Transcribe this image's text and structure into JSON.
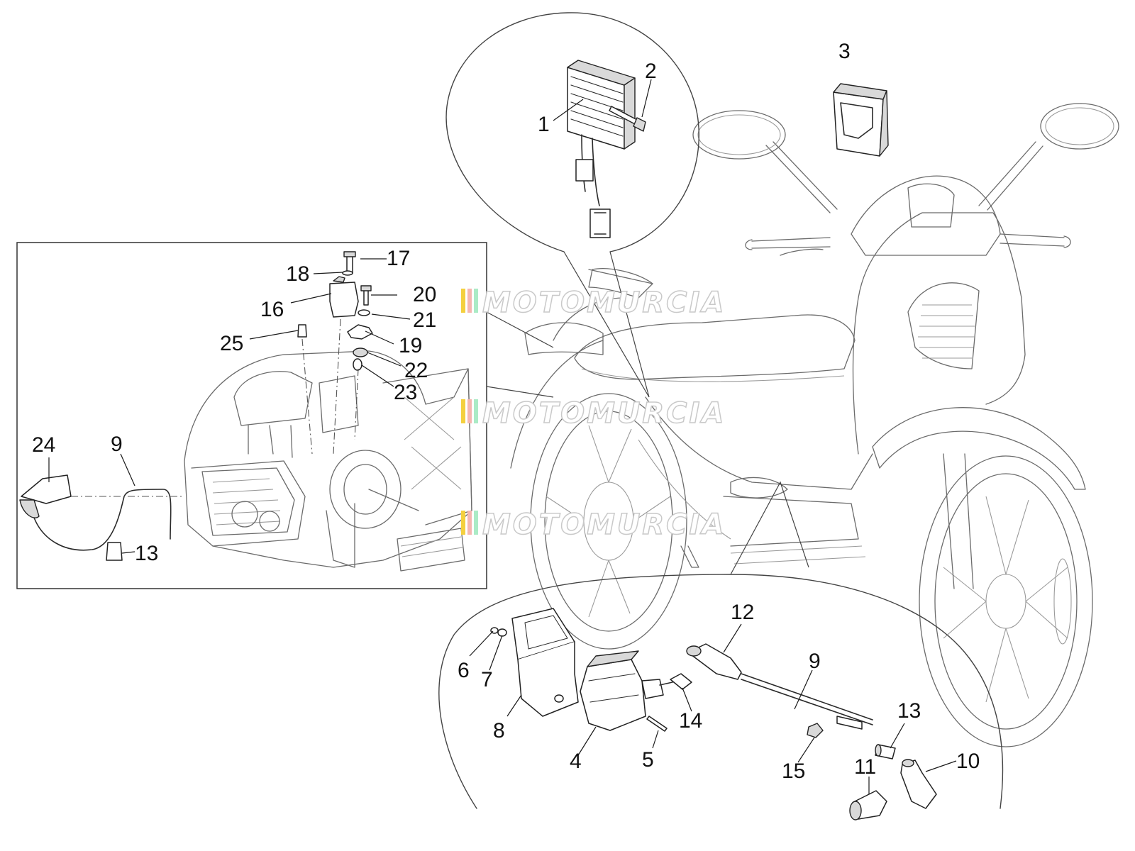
{
  "callouts": {
    "c1": "1",
    "c2": "2",
    "c3": "3",
    "c4": "4",
    "c5": "5",
    "c6": "6",
    "c7": "7",
    "c8": "8",
    "c9a": "9",
    "c9b": "9",
    "c10": "10",
    "c11": "11",
    "c12": "12",
    "c13a": "13",
    "c13b": "13",
    "c14": "14",
    "c15": "15",
    "c16": "16",
    "c17": "17",
    "c18": "18",
    "c19": "19",
    "c20": "20",
    "c21": "21",
    "c22": "22",
    "c23": "23",
    "c24": "24",
    "c25": "25"
  },
  "watermark": {
    "text": "MOTOMURCIA",
    "stripe_colors": [
      "#f4d03f",
      "#f5b7b1",
      "#abebc6"
    ]
  },
  "colors": {
    "line": "#6b6b6b",
    "ink": "#111111"
  }
}
